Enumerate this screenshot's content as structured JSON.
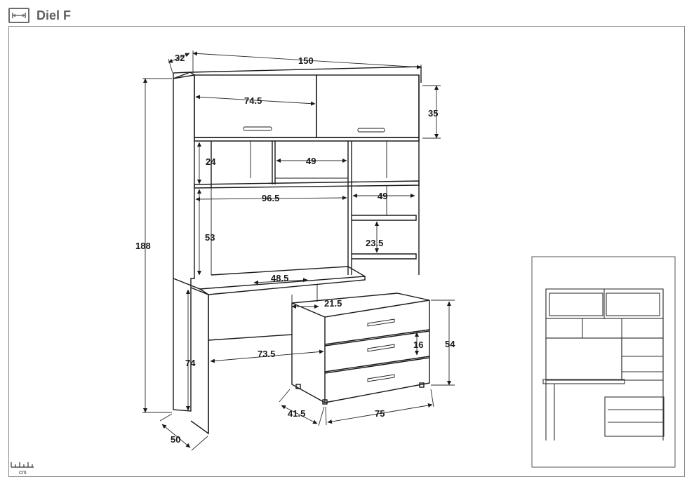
{
  "header": {
    "title": "Diel F",
    "icon": "width-arrows-icon"
  },
  "scale": {
    "unit": "cm",
    "icon": "ruler-icon"
  },
  "dimensions": {
    "total_width": "150",
    "top_depth": "32",
    "total_height": "188",
    "cabinet_width": "74.5",
    "cabinet_height": "35",
    "small_shelf_height": "24",
    "small_shelf_width": "49",
    "desk_opening_width": "96.5",
    "side_shelf_width": "49",
    "desk_opening_height": "53",
    "side_shelf_height": "23.5",
    "desk_top_width": "48.5",
    "drawer_gap": "21.5",
    "desk_width": "73.5",
    "drawer_height": "16",
    "drawer_unit_height": "54",
    "desk_height": "74",
    "drawer_unit_depth": "41.5",
    "drawer_unit_width": "75",
    "desk_depth": "50"
  },
  "colors": {
    "line": "#1a1a1a",
    "frame": "#8a8a8a",
    "title": "#5f5f5f"
  }
}
